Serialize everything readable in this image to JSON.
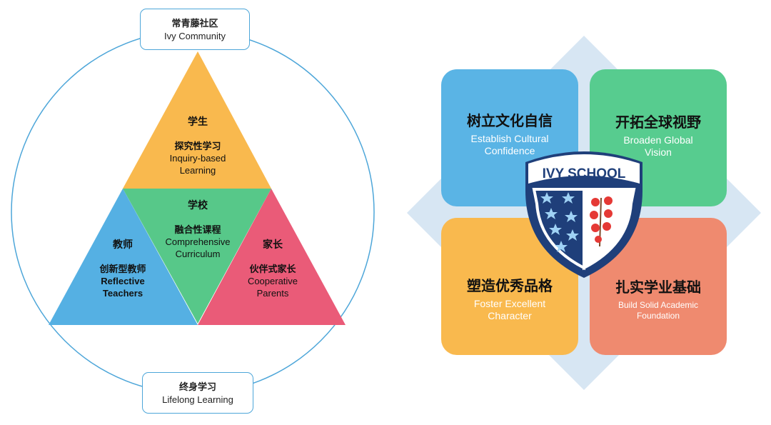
{
  "left": {
    "top_label": {
      "zh": "常青藤社区",
      "en": "Ivy Community"
    },
    "bottom_label": {
      "zh": "终身学习",
      "en": "Lifelong Learning"
    },
    "student": {
      "head": "学生",
      "zh": "探究性学习",
      "en1": "Inquiry-based",
      "en2": "Learning"
    },
    "school": {
      "head": "学校",
      "zh": "融合性课程",
      "en1": "Comprehensive",
      "en2": "Curriculum"
    },
    "teacher": {
      "head": "教师",
      "zh": "创新型教师",
      "en1": "Reflective",
      "en2": "Teachers"
    },
    "parent": {
      "head": "家长",
      "zh": "伙伴式家长",
      "en1": "Cooperative",
      "en2": "Parents"
    }
  },
  "right": {
    "tiles": [
      {
        "zh": "树立文化自信",
        "en1": "Establish Cultural",
        "en2": "Confidence",
        "color": "#5ab4e5"
      },
      {
        "zh": "开拓全球视野",
        "en1": "Broaden Global",
        "en2": "Vision",
        "color": "#57cc8f"
      },
      {
        "zh": "塑造优秀品格",
        "en1": "Foster Excellent",
        "en2": "Character",
        "color": "#f9b94e"
      },
      {
        "zh": "扎实学业基础",
        "en1": "Build Solid Academic",
        "en2": "Foundation",
        "color": "#ef8a6f"
      }
    ],
    "shield_text": "IVY SCHOOL",
    "diamond_color": "#d7e6f3"
  },
  "colors": {
    "circle": "#4da6d9",
    "triangle_top": "#f9b94e",
    "triangle_center": "#57c889",
    "triangle_left": "#55b0e3",
    "triangle_right": "#ea5b78",
    "shield_navy": "#1f3f7a"
  }
}
